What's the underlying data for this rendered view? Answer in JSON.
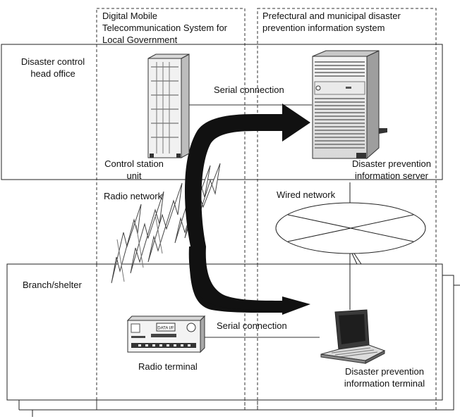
{
  "columns": {
    "dmts": "Digital Mobile\nTelecommunication System for\nLocal Government",
    "prefectural": "Prefectural and municipal disaster\nprevention information system"
  },
  "locations": {
    "head_office": "Disaster control\nhead office",
    "branch": "Branch/shelter"
  },
  "equipment": {
    "control_station": "Control station\nunit",
    "server": "Disaster prevention\ninformation server",
    "radio_terminal": "Radio terminal",
    "info_terminal": "Disaster prevention\ninformation terminal"
  },
  "connections": {
    "serial_top": "Serial connection",
    "serial_bottom": "Serial connection",
    "radio_network": "Radio network",
    "wired_network": "Wired network"
  },
  "radio_panel": {
    "display": "DATA I/F"
  }
}
